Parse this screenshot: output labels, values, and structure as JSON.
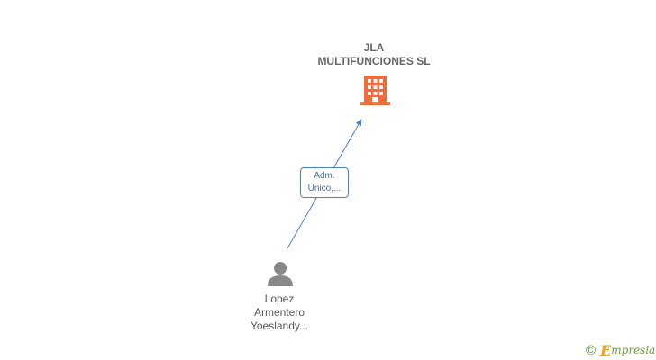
{
  "company": {
    "name_lines": [
      "JLA",
      "MULTIFUNCIONES SL"
    ],
    "icon": "building-icon",
    "icon_color": "#f26b3a"
  },
  "person": {
    "name_lines": [
      "Lopez",
      "Armentero",
      "Yoeslandy..."
    ],
    "icon": "person-icon",
    "icon_color": "#888888"
  },
  "relationship": {
    "label_lines": [
      "Adm.",
      "Unico,..."
    ],
    "line_color": "#4a7fd6"
  },
  "watermark": {
    "copyright": "©",
    "brand_initial": "E",
    "brand_rest": "mpresia"
  }
}
